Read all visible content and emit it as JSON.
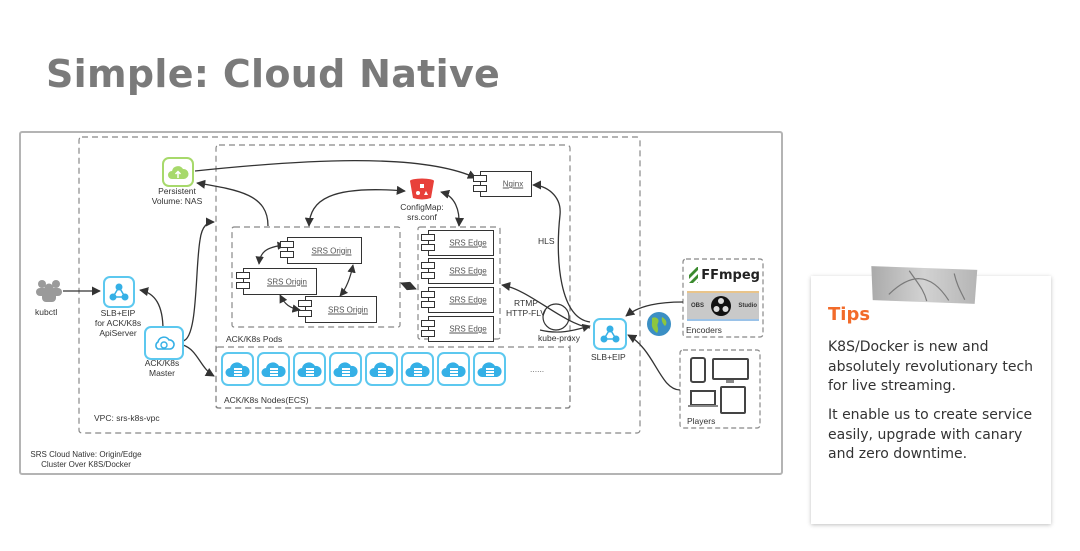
{
  "slide": {
    "title": "Simple: Cloud Native"
  },
  "diagram": {
    "caption_line1": "SRS Cloud Native: Origin/Edge",
    "caption_line2": "Cluster Over K8S/Docker",
    "vpc_label": "VPC: srs-k8s-vpc",
    "kubectl_label": "kubctl",
    "slb_api_label_1": "SLB+EIP",
    "slb_api_label_2": "for ACK/K8s",
    "slb_api_label_3": "ApiServer",
    "master_label_1": "ACK/K8s",
    "master_label_2": "Master",
    "nas_label_1": "Persistent",
    "nas_label_2": "Volume: NAS",
    "configmap_label_1": "ConfigMap:",
    "configmap_label_2": "srs.conf",
    "nginx_label": "Nginx",
    "origins": [
      "SRS Origin",
      "SRS Origin",
      "SRS Origin"
    ],
    "edges": [
      "SRS Edge",
      "SRS Edge",
      "SRS Edge",
      "SRS Edge"
    ],
    "pods_label": "ACK/K8s Pods",
    "nodes_label": "ACK/K8s Nodes(ECS)",
    "nodes_ellipsis": "......",
    "node_count": 8,
    "hls_label": "HLS",
    "rtmp_label": "RTMP",
    "httpflv_label": "HTTP-FLV",
    "kubeproxy_label": "kube-proxy",
    "slb_label": "SLB+EIP",
    "encoders_label": "Encoders",
    "ffmpeg_label": "FFmpeg",
    "obs_left": "OBS",
    "obs_right": "Studio",
    "players_label": "Players"
  },
  "tips": {
    "heading": "Tips",
    "paragraph1": "K8S/Docker is new and absolutely revolutionary tech for live streaming.",
    "paragraph2": "It enable us to create service easily, upgrade with canary and zero downtime."
  },
  "colors": {
    "accent": "#f26b2a",
    "title": "#7a7a7a",
    "icon_blue": "#5cc8ef",
    "icon_green": "#a7d96b",
    "configmap_red": "#e8403a"
  }
}
